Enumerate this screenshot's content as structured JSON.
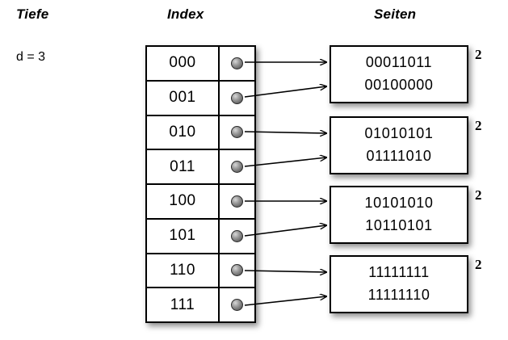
{
  "headings": {
    "depth": "Tiefe",
    "index": "Index",
    "pages": "Seiten"
  },
  "depth": {
    "label": "d = 3"
  },
  "index_table": {
    "rows": [
      {
        "key": "000",
        "pointer": "pointer-dot"
      },
      {
        "key": "001",
        "pointer": "pointer-dot"
      },
      {
        "key": "010",
        "pointer": "pointer-dot"
      },
      {
        "key": "011",
        "pointer": "pointer-dot"
      },
      {
        "key": "100",
        "pointer": "pointer-dot"
      },
      {
        "key": "101",
        "pointer": "pointer-dot"
      },
      {
        "key": "110",
        "pointer": "pointer-dot"
      },
      {
        "key": "111",
        "pointer": "pointer-dot"
      }
    ]
  },
  "pages": [
    {
      "lines": [
        "00011011",
        "00100000"
      ],
      "local_depth": "2"
    },
    {
      "lines": [
        "01010101",
        "01111010"
      ],
      "local_depth": "2"
    },
    {
      "lines": [
        "10101010",
        "10110101"
      ],
      "local_depth": "2"
    },
    {
      "lines": [
        "11111111",
        "11111110"
      ],
      "local_depth": "2"
    }
  ],
  "links": [
    {
      "from": "000",
      "to": 0
    },
    {
      "from": "001",
      "to": 0
    },
    {
      "from": "010",
      "to": 1
    },
    {
      "from": "011",
      "to": 1
    },
    {
      "from": "100",
      "to": 2
    },
    {
      "from": "101",
      "to": 2
    },
    {
      "from": "110",
      "to": 3
    },
    {
      "from": "111",
      "to": 3
    }
  ],
  "colors": {
    "background": "#ffffff",
    "stroke": "#000000",
    "pointer_dot": "#8a8a8a",
    "text": "#000000"
  }
}
